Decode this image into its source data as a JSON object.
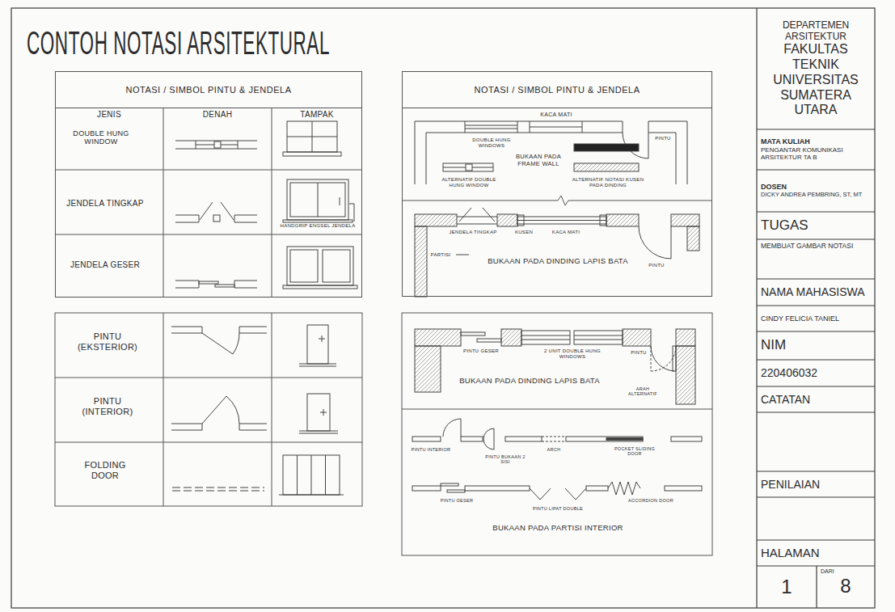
{
  "diagram": {
    "title": "CONTOH NOTASI ARSITEKTURAL",
    "nodes": [
      {
        "text": [
          "NOTASI / SIMBOL PINTU & JENDELA"
        ]
      },
      {
        "text": [
          "NOTASI / SIMBOL PINTU & JENDELA"
        ]
      },
      {
        "text": [
          "DEPARTEMEN ARSITEKTUR",
          "FAKULTAS TEKNIK UNIVERSITAS SUMATERA UTARA"
        ]
      },
      {
        "text": [
          "MATA KULIAH",
          "PENGANTAR KOMUNIKASI ARSITEKTUR TA B"
        ]
      },
      {
        "text": [
          "DOSEN",
          "DICKY ANDREA PEMBRING, ST, MT"
        ]
      },
      {
        "text": [
          "TUGAS"
        ]
      },
      {
        "text": [
          "MEMBUAT GAMBAR NOTASI"
        ]
      },
      {
        "text": [
          "NAMA MAHASISWA"
        ]
      },
      {
        "text": [
          "CINDY FELICIA TANIEL"
        ]
      },
      {
        "text": [
          "NIM"
        ]
      },
      {
        "text": [
          "220406032"
        ]
      },
      {
        "text": [
          "CATATAN"
        ]
      },
      {
        "text": [
          "PENILAIAN"
        ]
      },
      {
        "text": [
          "HALAMAN"
        ]
      },
      {
        "text": [
          "1"
        ]
      },
      {
        "text": [
          "DARI",
          "8"
        ]
      }
    ],
    "labels": [
      "JENIS",
      "DENAH",
      "TAMPAK",
      "DOUBLE HUNG WINDOW",
      "JENDELA TINGKAP",
      "HANDGRIP ENGSEL JENDELA",
      "JENDELA GESER",
      "DOUBLE HUNG WINDOWS",
      "KACA MATI",
      "PINTU",
      "BUKAAN PADA FRAME WALL",
      "ALTERNATIF DOUBLE HUNG WINDOW",
      "ALTERNATIF NOTASI KUSEN PADA DINDING",
      "JENDELA TINGKAP",
      "KUSEN",
      "KACA MATI",
      "PINTU",
      "PARTISI",
      "BUKAAN PADA DINDING LAPIS BATA",
      "PINTU (EKSTERIOR)",
      "PINTU (INTERIOR)",
      "FOLDING DOOR",
      "PINTU GESER",
      "2 UNIT DOUBLE HUNG WINDOWS",
      "PINTU",
      "BUKAAN PADA DINDING LAPIS BATA",
      "ARAH ALTERNATIF",
      "PINTU INTERIOR",
      "PINTU BUKAAN 2 SISI",
      "ARCH",
      "POCKET SLIDING DOOR",
      "PINTU GESER",
      "PINTU LIPAT DOUBLE",
      "ACCORDION DOOR",
      "BUKAAN PADA PARTISI INTERIOR"
    ]
  }
}
